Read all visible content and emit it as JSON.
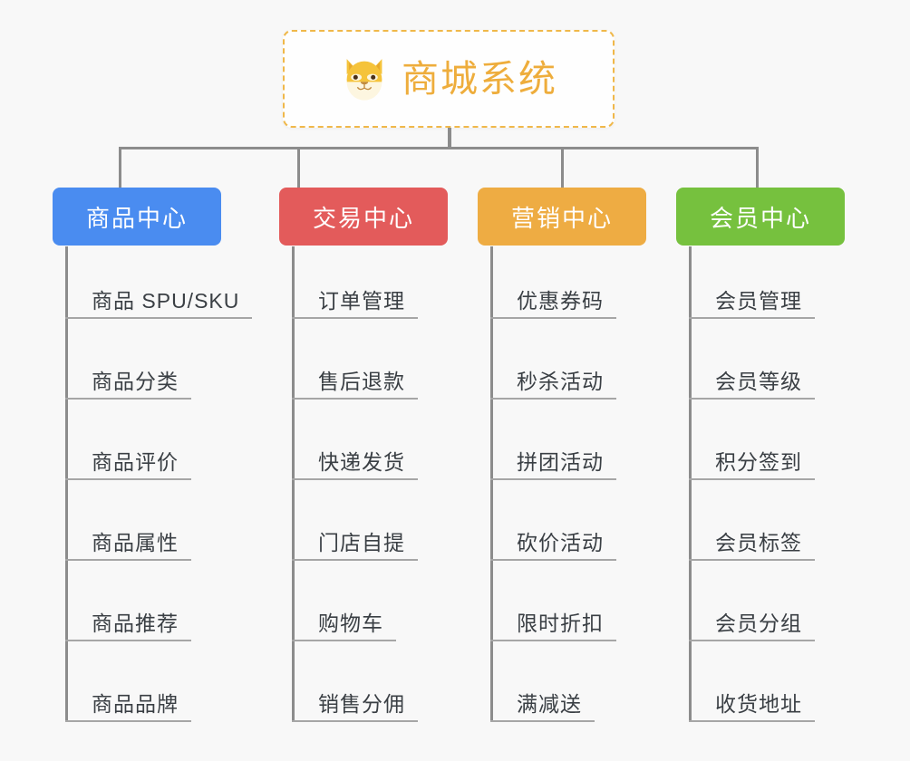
{
  "background_color": "#f8f8f8",
  "root": {
    "title": "商城系统",
    "icon": "shiba-dog-face-icon",
    "text_color": "#eead3c",
    "border_color": "#f0b84a",
    "background_color": "#fefefe"
  },
  "connector_color": "#8c8c8c",
  "branches": [
    {
      "label": "商品中心",
      "color": "#4a8cf0",
      "text_color": "#ffffff",
      "items": [
        "商品 SPU/SKU",
        "商品分类",
        "商品评价",
        "商品属性",
        "商品推荐",
        "商品品牌"
      ]
    },
    {
      "label": "交易中心",
      "color": "#e35b5b",
      "text_color": "#ffffff",
      "items": [
        "订单管理",
        "售后退款",
        "快递发货",
        "门店自提",
        "购物车",
        "销售分佣"
      ]
    },
    {
      "label": "营销中心",
      "color": "#eeac43",
      "text_color": "#ffffff",
      "items": [
        "优惠券码",
        "秒杀活动",
        "拼团活动",
        "砍价活动",
        "限时折扣",
        "满减送"
      ]
    },
    {
      "label": "会员中心",
      "color": "#76c13e",
      "text_color": "#ffffff",
      "items": [
        "会员管理",
        "会员等级",
        "积分签到",
        "会员标签",
        "会员分组",
        "收货地址"
      ]
    }
  ]
}
